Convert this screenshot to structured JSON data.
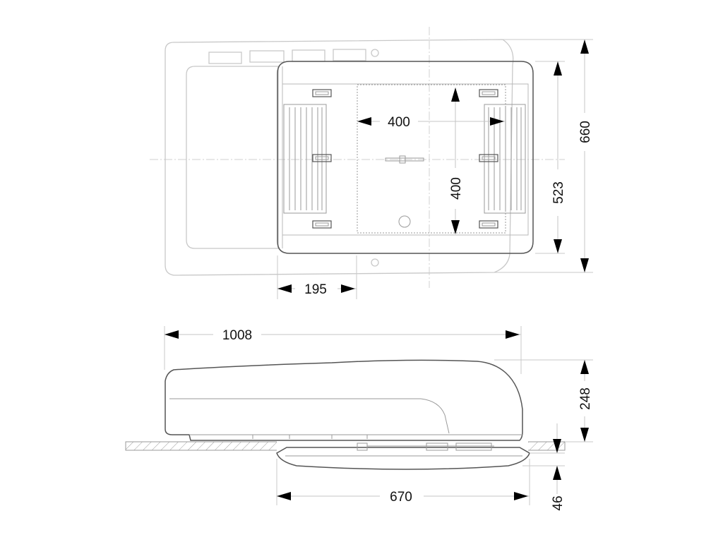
{
  "dimensions": {
    "top_inner_width": "400",
    "top_inner_height": "400",
    "top_offset": "195",
    "top_height_inner": "523",
    "top_height_outer": "660",
    "side_total_length": "1008",
    "side_height": "248",
    "side_base_width": "670",
    "side_base_height": "46"
  }
}
